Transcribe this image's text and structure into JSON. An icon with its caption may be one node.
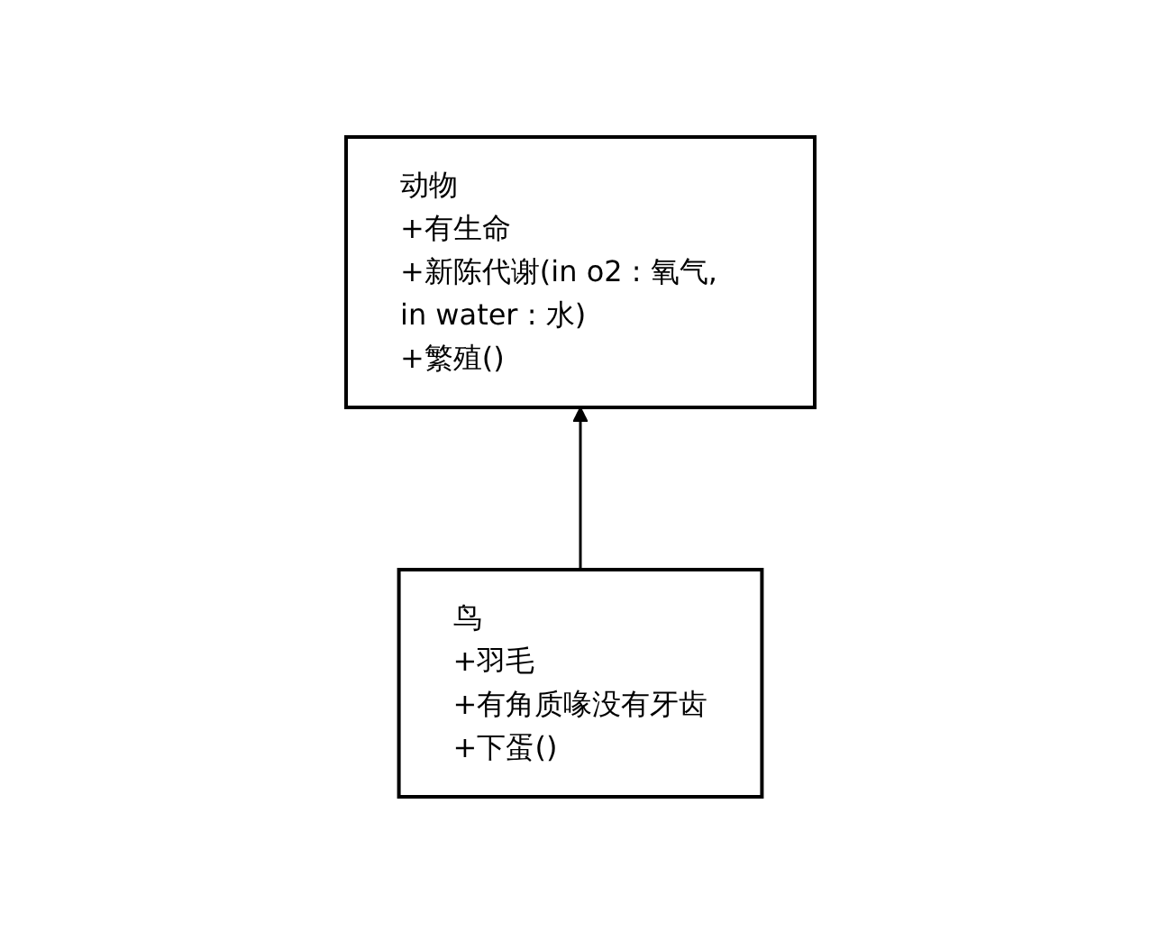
{
  "diagram": {
    "nodes": [
      {
        "text": [
          "动物",
          "+有生命",
          "+新陈代谢(in o2 : 氧气, in water : 水)",
          "+繁殖()"
        ]
      },
      {
        "text": [
          "鸟",
          "+羽毛",
          "+有角质喙没有牙齿",
          "+下蛋()"
        ]
      }
    ],
    "edges": [
      {
        "from": 1,
        "to": 0,
        "arrow": "to"
      }
    ]
  }
}
